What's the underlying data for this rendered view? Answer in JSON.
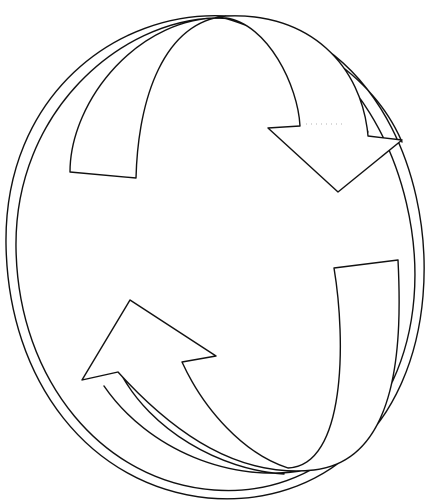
{
  "diagram": {
    "type": "cycle",
    "shape": "oval",
    "arrows": [
      {
        "position": "top",
        "direction": "clockwise"
      },
      {
        "position": "bottom",
        "direction": "clockwise"
      }
    ],
    "colors": {
      "line": "#111111",
      "fill": "#ffffff",
      "background": "#ffffff"
    }
  }
}
